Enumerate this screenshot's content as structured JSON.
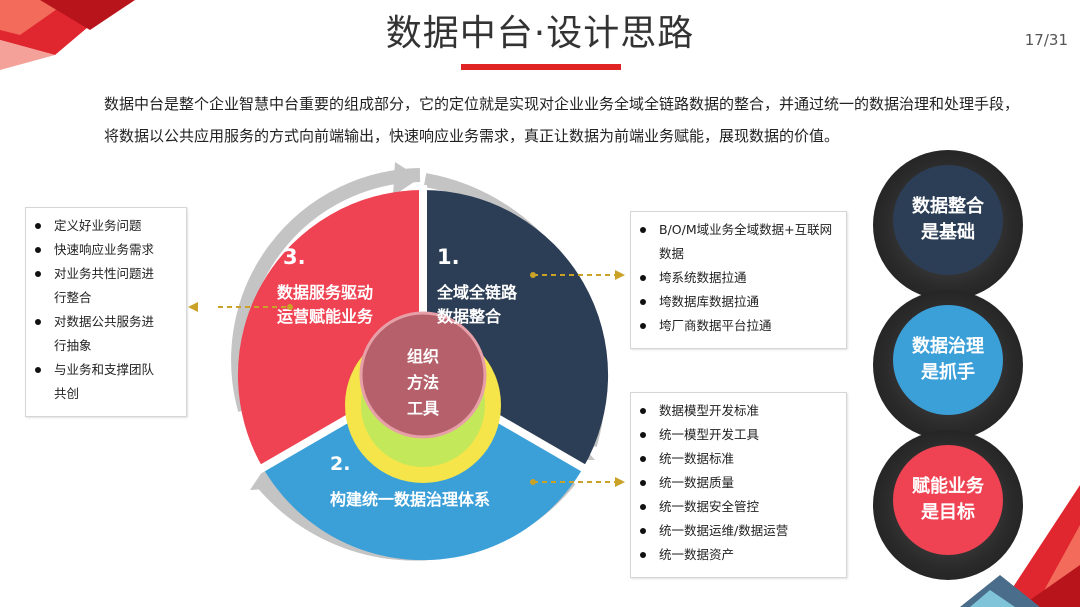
{
  "header": {
    "title": "数据中台·设计思路",
    "page_number": "17/31"
  },
  "intro": "数据中台是整个企业智慧中台重要的组成部分，它的定位就是实现对企业业务全域全链路数据的整合，并通过统一的数据治理和处理手段，将数据以公共应用服务的方式向前端输出，快速响应业务需求，真正让数据为前端业务赋能，展现数据的价值。",
  "cycle": {
    "segment1": {
      "num": "1.",
      "line1": "全域全链路",
      "line2": "数据整合",
      "color": "#2c3e55"
    },
    "segment2": {
      "num": "2.",
      "label": "构建统一数据治理体系",
      "color": "#3b9fd8"
    },
    "segment3": {
      "num": "3.",
      "line1": "数据服务驱动",
      "line2": "运营赋能业务",
      "color": "#ef4252"
    },
    "center": {
      "line1": "组织",
      "line2": "方法",
      "line3": "工具",
      "color": "#b5606a"
    }
  },
  "left_box": {
    "items": [
      "定义好业务问题",
      "快速响应业务需求",
      "对业务共性问题进行整合",
      "对数据公共服务进行抽象",
      "与业务和支撑团队共创"
    ]
  },
  "top_right_box": {
    "items": [
      "B/O/M域业务全域数据+互联网数据",
      "垮系统数据拉通",
      "垮数据库数据拉通",
      "垮厂商数据平台拉通"
    ]
  },
  "bottom_right_box": {
    "items": [
      "数据模型开发标准",
      "统一模型开发工具",
      "统一数据标准",
      "统一数据质量",
      "统一数据安全管控",
      "统一数据运维/数据运营",
      "统一数据资产"
    ]
  },
  "pills": [
    {
      "line1": "数据整合",
      "line2": "是基础",
      "color": "#2c3e55"
    },
    {
      "line1": "数据治理",
      "line2": "是抓手",
      "color": "#3b9fd8"
    },
    {
      "line1": "赋能业务",
      "line2": "是目标",
      "color": "#ef4252"
    }
  ],
  "colors": {
    "accent_red": "#e02424",
    "arrow_gold": "#c9a227",
    "ring_gray": "#c4c4c4"
  }
}
